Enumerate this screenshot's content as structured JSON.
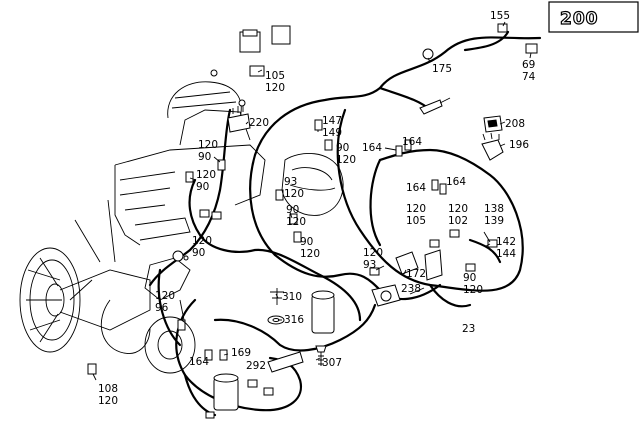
{
  "model_badge": "200",
  "callouts": [
    {
      "id": "c155",
      "lines": [
        "155"
      ]
    },
    {
      "id": "c175",
      "lines": [
        "175"
      ]
    },
    {
      "id": "c6974",
      "lines": [
        "69",
        "74"
      ]
    },
    {
      "id": "c105120a",
      "lines": [
        "105",
        "120"
      ]
    },
    {
      "id": "c220",
      "lines": [
        "220"
      ]
    },
    {
      "id": "c208",
      "lines": [
        "208"
      ]
    },
    {
      "id": "c196",
      "lines": [
        "196"
      ]
    },
    {
      "id": "c147149",
      "lines": [
        "147",
        "149"
      ]
    },
    {
      "id": "c90120a",
      "lines": [
        "90",
        "120"
      ]
    },
    {
      "id": "c164164a",
      "lines": [
        "164",
        "164"
      ]
    },
    {
      "id": "c12090a",
      "lines": [
        "120",
        "90"
      ]
    },
    {
      "id": "c12090b",
      "lines": [
        "120",
        "90"
      ]
    },
    {
      "id": "c93120",
      "lines": [
        "93",
        "120"
      ]
    },
    {
      "id": "c90120b",
      "lines": [
        "90",
        "120"
      ]
    },
    {
      "id": "c164164b",
      "lines": [
        "164",
        "164"
      ]
    },
    {
      "id": "c120105",
      "lines": [
        "120",
        "105"
      ]
    },
    {
      "id": "c120102",
      "lines": [
        "120",
        "102"
      ]
    },
    {
      "id": "c138139",
      "lines": [
        "138",
        "139"
      ]
    },
    {
      "id": "c90120c",
      "lines": [
        "90",
        "120"
      ]
    },
    {
      "id": "c12090c",
      "lines": [
        "120",
        "90"
      ]
    },
    {
      "id": "c142144",
      "lines": [
        "142",
        "144"
      ]
    },
    {
      "id": "c12093",
      "lines": [
        "120",
        "93"
      ]
    },
    {
      "id": "c172",
      "lines": [
        "172"
      ]
    },
    {
      "id": "c238",
      "lines": [
        "238"
      ]
    },
    {
      "id": "c90120d",
      "lines": [
        "90",
        "120"
      ]
    },
    {
      "id": "c12096",
      "lines": [
        "120",
        "96"
      ]
    },
    {
      "id": "c310",
      "lines": [
        "310"
      ]
    },
    {
      "id": "c316",
      "lines": [
        "316"
      ]
    },
    {
      "id": "c23",
      "lines": [
        "23"
      ]
    },
    {
      "id": "c164",
      "lines": [
        "164"
      ]
    },
    {
      "id": "c169",
      "lines": [
        "169"
      ]
    },
    {
      "id": "c292",
      "lines": [
        "292"
      ]
    },
    {
      "id": "c307",
      "lines": [
        "307"
      ]
    },
    {
      "id": "c108120",
      "lines": [
        "108",
        "120"
      ]
    }
  ]
}
